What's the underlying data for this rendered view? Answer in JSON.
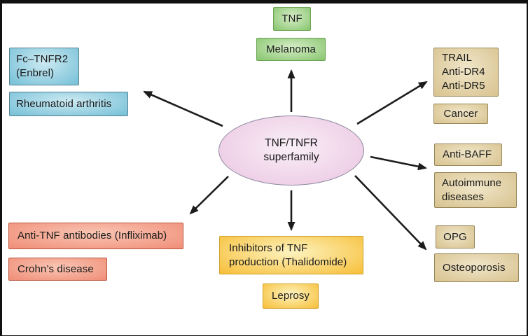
{
  "figure": {
    "title": "TNF/TNFR superfamily therapeutic targets diagram"
  },
  "nodes": {
    "center": "TNF/TNFR\nsuperfamily",
    "top": {
      "therapy": "TNF",
      "disease": "Melanoma"
    },
    "upper_left": {
      "therapy": "Fc–TNFR2\n(Enbrel)",
      "disease": "Rheumatoid arthritis"
    },
    "upper_right": {
      "therapy": "TRAIL\nAnti-DR4\nAnti-DR5",
      "disease": "Cancer"
    },
    "right": {
      "therapy": "Anti-BAFF",
      "disease": "Autoimmune\ndiseases"
    },
    "lower_right": {
      "therapy": "OPG",
      "disease": "Osteoporosis"
    },
    "lower_left": {
      "therapy": "Anti-TNF antibodies (Infliximab)",
      "disease": "Crohn’s disease"
    },
    "bottom": {
      "therapy": "Inhibitors of TNF\nproduction (Thalidomide)",
      "disease": "Leprosy"
    }
  },
  "colors": {
    "frame": "#111111",
    "background": "#ffffff",
    "arrow": "#1c1c1c",
    "text": "#1a1a1a",
    "green_fill": "#8fc977",
    "green_light": "#d7edc8",
    "green_border": "#69a351",
    "blue_fill": "#7cc3d9",
    "blue_light": "#cdeaf2",
    "blue_border": "#55808f",
    "tan_fill": "#d9c492",
    "tan_light": "#f0e6c9",
    "tan_border": "#97875a",
    "salmon_fill": "#f0907a",
    "salmon_light": "#f9c6b4",
    "salmon_border": "#b9563f",
    "yellow_fill": "#f7c13e",
    "yellow_light": "#fdf3c0",
    "yellow_border": "#cfa028",
    "pink_fill": "#ecc9e3",
    "pink_light": "#f9eff7",
    "pink_border": "#8d8aa0"
  }
}
